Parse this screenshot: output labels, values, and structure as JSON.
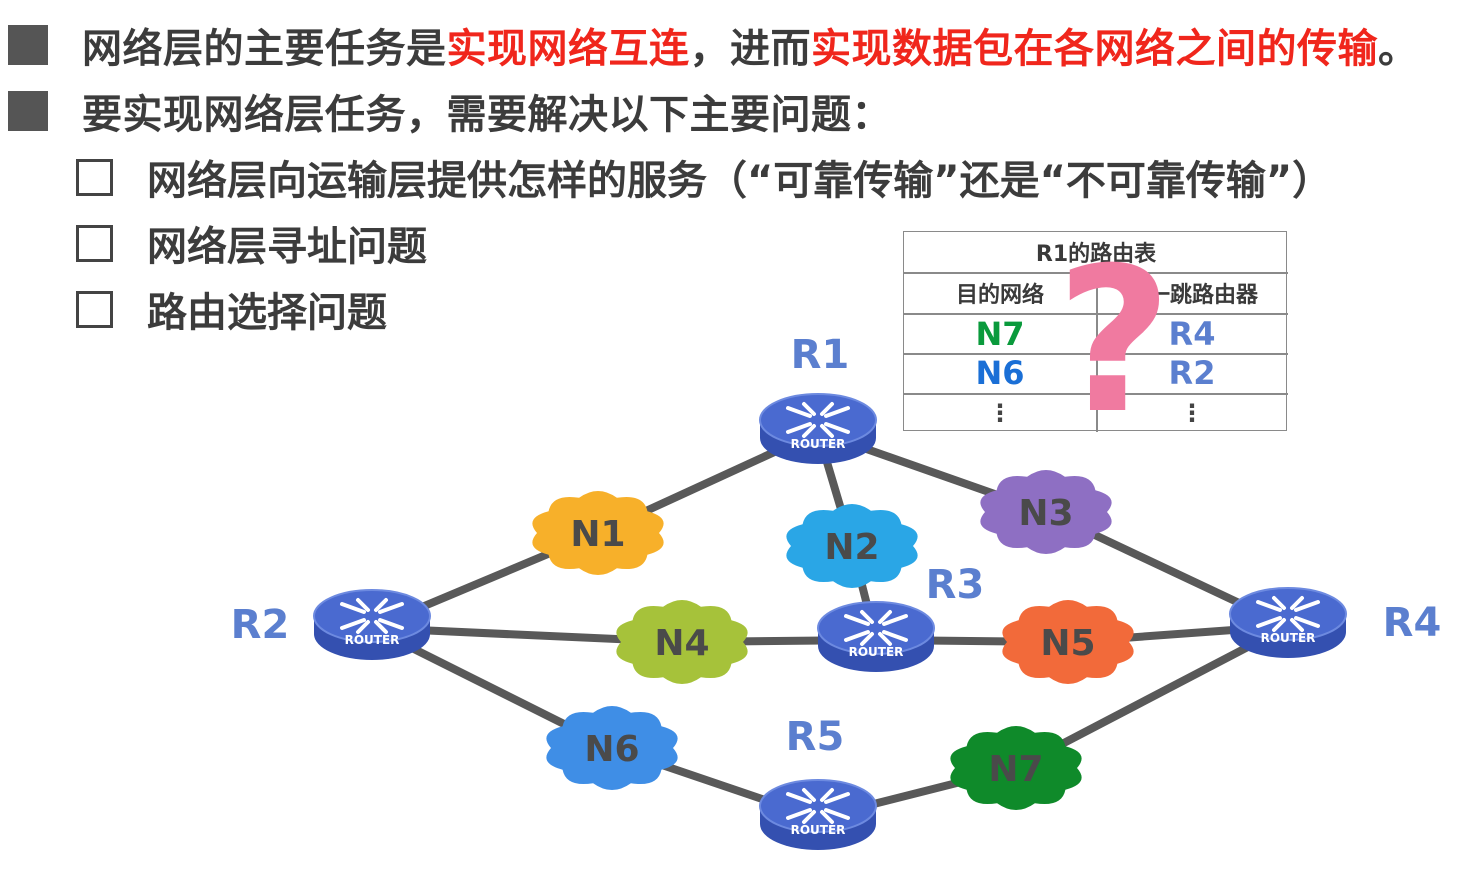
{
  "bullets": [
    {
      "parts": [
        {
          "text": "网络层的主要任务是",
          "emph": false
        },
        {
          "text": "实现网络互连",
          "emph": true
        },
        {
          "text": "，进而",
          "emph": false
        },
        {
          "text": "实现数据包在各网络之间的传输",
          "emph": true
        },
        {
          "text": "。",
          "emph": false
        }
      ]
    },
    {
      "parts": [
        {
          "text": "要实现网络层任务，需要解决以下主要问题：",
          "emph": false
        }
      ]
    }
  ],
  "sub_items": [
    "网络层向运输层提供怎样的服务（“可靠传输”还是“不可靠传输”）",
    "网络层寻址问题",
    "路由选择问题"
  ],
  "routing_table": {
    "title": "R1的路由表",
    "col_dest": "目的网络",
    "col_next": "下一跳路由器",
    "rows": [
      {
        "dest": "N7",
        "next": "R4",
        "dest_color": "#0a9a3c"
      },
      {
        "dest": "N6",
        "next": "R2",
        "dest_color": "#1a6fd6"
      }
    ],
    "ellipsis": "⋮",
    "overlay_symbol": "?"
  },
  "routers": [
    {
      "id": "R1",
      "label": "R1",
      "device_text": "ROUTER"
    },
    {
      "id": "R2",
      "label": "R2",
      "device_text": "ROUTER"
    },
    {
      "id": "R3",
      "label": "R3",
      "device_text": "ROUTER"
    },
    {
      "id": "R4",
      "label": "R4",
      "device_text": "ROUTER"
    },
    {
      "id": "R5",
      "label": "R5",
      "device_text": "ROUTER"
    }
  ],
  "networks": [
    {
      "id": "N1",
      "label": "N1",
      "color": "#f7b02a"
    },
    {
      "id": "N2",
      "label": "N2",
      "color": "#2aa6e6"
    },
    {
      "id": "N3",
      "label": "N3",
      "color": "#8e6fc3"
    },
    {
      "id": "N4",
      "label": "N4",
      "color": "#a6c23a"
    },
    {
      "id": "N5",
      "label": "N5",
      "color": "#f26a3a"
    },
    {
      "id": "N6",
      "label": "N6",
      "color": "#3f8ee6"
    },
    {
      "id": "N7",
      "label": "N7",
      "color": "#0f8a2a"
    }
  ],
  "links": [
    [
      "R1",
      "N1"
    ],
    [
      "N1",
      "R2"
    ],
    [
      "R1",
      "N2"
    ],
    [
      "N2",
      "R3"
    ],
    [
      "R1",
      "N3"
    ],
    [
      "N3",
      "R4"
    ],
    [
      "R2",
      "N4"
    ],
    [
      "N4",
      "R3"
    ],
    [
      "R3",
      "N5"
    ],
    [
      "N5",
      "R4"
    ],
    [
      "R2",
      "N6"
    ],
    [
      "N6",
      "R5"
    ],
    [
      "R5",
      "N7"
    ],
    [
      "N7",
      "R4"
    ]
  ],
  "colors": {
    "router_label": "#5b7fcf",
    "router_body": "#4a6ad0",
    "link": "#595959",
    "question_mark": "#f07aa0",
    "table_next_hop": "#5b7fcf"
  }
}
